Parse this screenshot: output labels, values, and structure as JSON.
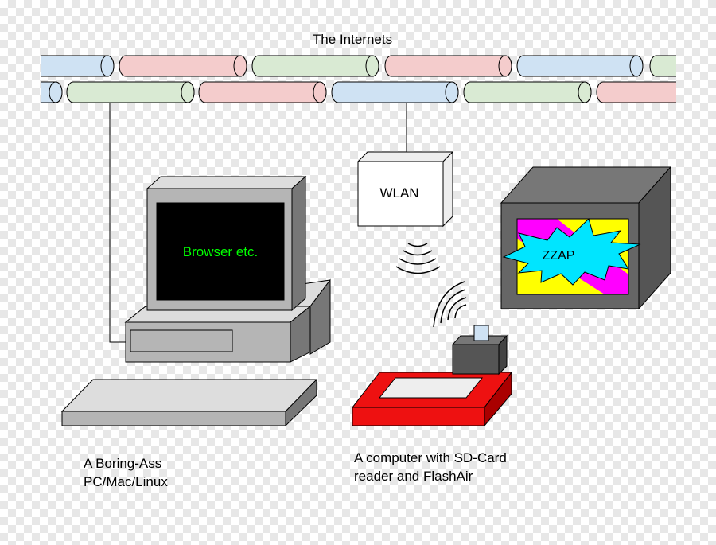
{
  "title": "The Internets",
  "pc": {
    "screen_text": "Browser etc.",
    "caption_line1": "A Boring-Ass",
    "caption_line2": "PC/Mac/Linux"
  },
  "router": {
    "label": "WLAN"
  },
  "tv": {
    "burst_text": "ZZAP"
  },
  "sd_computer": {
    "caption_line1": "A computer with SD-Card",
    "caption_line2": "reader and FlashAir"
  },
  "colors": {
    "pipe_blue": "#cfe2f3",
    "pipe_pink": "#f4cccc",
    "pipe_green": "#d9ead3",
    "screen_text": "#00ff00",
    "sd_reader_red": "#ee1111",
    "tv_yellow": "#ffff00",
    "tv_magenta": "#ff00ff",
    "burst_cyan": "#00e5ff"
  }
}
